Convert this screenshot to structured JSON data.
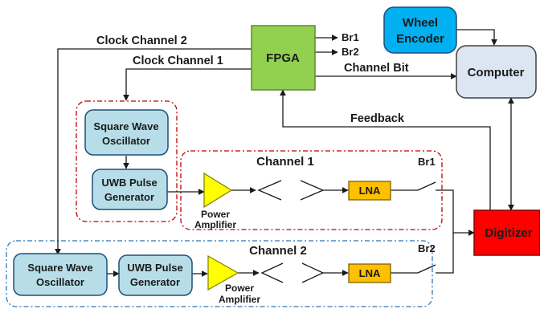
{
  "blocks": {
    "fpga": {
      "label": "FPGA",
      "color": "#92d050"
    },
    "wheel_encoder": {
      "line1": "Wheel",
      "line2": "Encoder",
      "color": "#00b0f0"
    },
    "computer": {
      "label": "Computer",
      "color": "#dce6f2"
    },
    "digitizer": {
      "label": "Digitizer",
      "color": "#ff0000"
    },
    "ch1_square_wave": {
      "line1": "Square Wave",
      "line2": "Oscillator",
      "color": "#b7dee8"
    },
    "ch1_uwb_pulse": {
      "line1": "UWB Pulse",
      "line2": "Generator",
      "color": "#b7dee8"
    },
    "ch2_square_wave": {
      "line1": "Square Wave",
      "line2": "Oscillator",
      "color": "#b7dee8"
    },
    "ch2_uwb_pulse": {
      "line1": "UWB Pulse",
      "line2": "Generator",
      "color": "#b7dee8"
    },
    "ch1_lna": {
      "label": "LNA",
      "color": "#ffc000"
    },
    "ch2_lna": {
      "label": "LNA",
      "color": "#ffc000"
    }
  },
  "amplifiers": {
    "ch1": {
      "line1": "Power",
      "line2": "Amplifier",
      "color": "#ffff00"
    },
    "ch2": {
      "line1": "Power",
      "line2": "Amplifier",
      "color": "#ffff00"
    }
  },
  "groups": {
    "channel1": {
      "label": "Channel 1",
      "border_color": "#c00000"
    },
    "channel2": {
      "label": "Channel 2",
      "border_color": "#2e75b6"
    }
  },
  "labels": {
    "clock_channel_2": "Clock Channel 2",
    "clock_channel_1": "Clock Channel 1",
    "channel_bit": "Channel Bit",
    "feedback": "Feedback",
    "br1_out": "Br1",
    "br2_out": "Br2",
    "br1_switch": "Br1",
    "br2_switch": "Br2"
  }
}
